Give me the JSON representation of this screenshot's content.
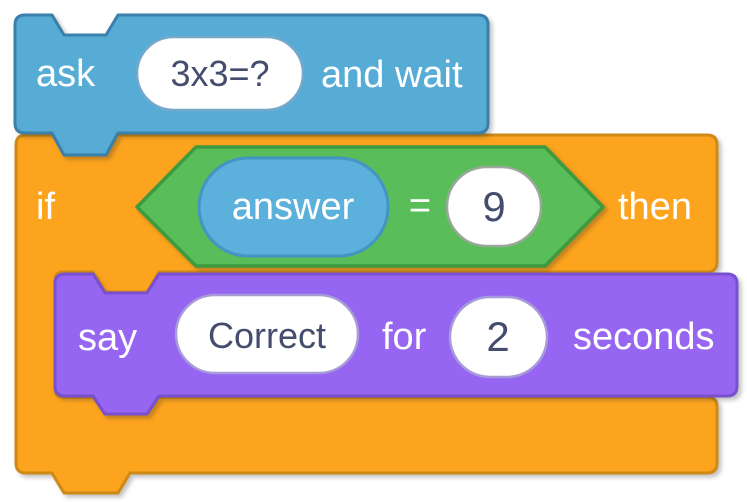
{
  "colors": {
    "sensing_fill": "#57ACD5",
    "sensing_border": "#3B7FAB",
    "variable_fill": "#5CB0DC",
    "variable_border": "#4494C4",
    "control_fill": "#FCA41E",
    "control_border": "#CE8A15",
    "operator_fill": "#59BD59",
    "operator_border": "#3E9A3E",
    "looks_fill": "#9666F2",
    "looks_border": "#7950CE",
    "input_fill": "#FFFFFF",
    "input_border_on_sensing": "#74A9CC",
    "input_border_on_operator": "#9AA89A",
    "input_border_on_looks": "#A79BD8",
    "input_text": "#454D6E",
    "label_text": "#FFFFFF"
  },
  "script": {
    "ask_block": {
      "label_before": "ask",
      "input_value": "3x3=?",
      "label_after": "and wait"
    },
    "if_block": {
      "label_if": "if",
      "label_then": "then"
    },
    "condition": {
      "left_reporter": "answer",
      "operator": "=",
      "right_value": "9"
    },
    "say_block": {
      "label_say": "say",
      "input_message": "Correct",
      "label_for": "for",
      "input_duration": "2",
      "label_after": "seconds"
    }
  }
}
